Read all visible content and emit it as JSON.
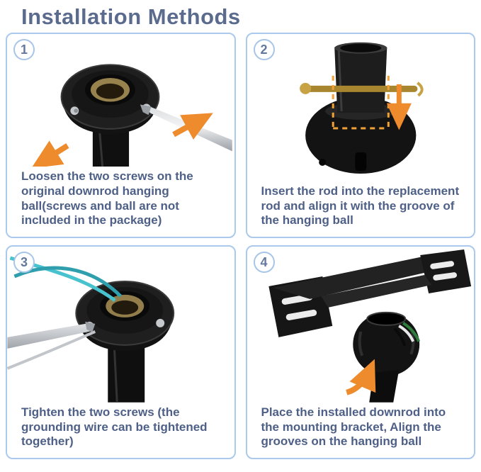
{
  "page": {
    "title": "Installation Methods"
  },
  "colors": {
    "title_color": "#5b6b8e",
    "caption_color": "#4e6087",
    "panel_border": "#abc9ec",
    "badge_border": "#a7c5e8",
    "badge_number": "#64779c",
    "arrow_orange": "#ee8b2d",
    "dash_orange": "#f2a136",
    "wire_teal": "#49c2cf",
    "pin_gold": "#a8862f"
  },
  "steps": [
    {
      "number": "1",
      "caption": "Loosen the two screws on the original downrod hanging ball(screws and ball are not included in the package)",
      "illustration": "hanging-ball-screwdriver-loosening-screws"
    },
    {
      "number": "2",
      "caption": "Insert the rod into the replacement rod and align it with the groove of the hanging ball",
      "illustration": "rod-inserted-into-hanging-ball-with-alignment-guides"
    },
    {
      "number": "3",
      "caption": "Tighten the two screws (the grounding wire can be tightened together)",
      "illustration": "hanging-ball-tightening-screws-with-grounding-wire"
    },
    {
      "number": "4",
      "caption": "Place the installed downrod into the mounting bracket, Align the grooves on the hanging ball",
      "illustration": "downrod-placed-into-mounting-bracket"
    }
  ]
}
